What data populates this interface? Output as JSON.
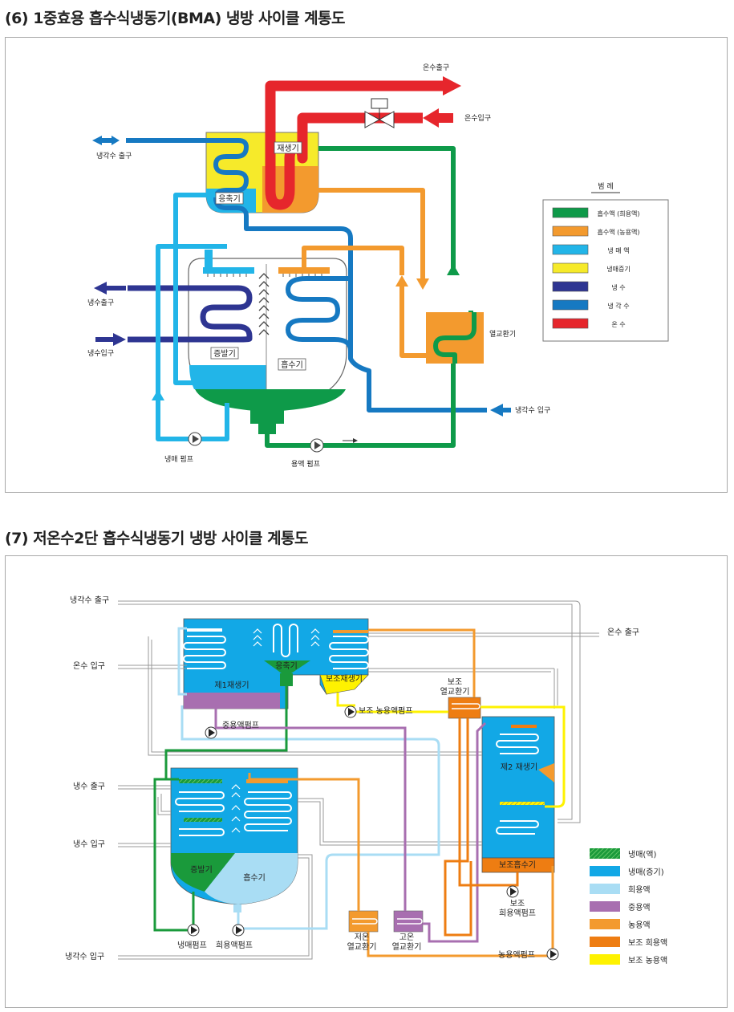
{
  "section1": {
    "title": "(6) 1중효용 흡수식냉동기(BMA) 냉방 사이클 계통도",
    "labels": {
      "hot_water_out": "온수출구",
      "hot_water_in": "온수입구",
      "cooling_water_out": "냉각수 출구",
      "cooling_water_in": "냉각수 입구",
      "chilled_out": "냉수출구",
      "chilled_in": "냉수입구",
      "regenerator": "재생기",
      "condenser": "응축기",
      "evaporator": "증발기",
      "absorber": "흡수기",
      "heat_exchanger": "열교환기",
      "refrigerant_pump": "냉매 펌프",
      "solution_pump": "용액 펌프"
    },
    "legend": {
      "title": "범 례",
      "items": [
        {
          "label": "흡수액 (희용액)",
          "color": "#0e9a49"
        },
        {
          "label": "흡수액 (농용액)",
          "color": "#f39a2e"
        },
        {
          "label": "냉 매 액",
          "color": "#22b5e8"
        },
        {
          "label": "냉매증기",
          "color": "#f6ea2a"
        },
        {
          "label": "냉    수",
          "color": "#2e3592"
        },
        {
          "label": "냉 각 수",
          "color": "#1679c2"
        },
        {
          "label": "온    수",
          "color": "#e6262c"
        }
      ]
    }
  },
  "section2": {
    "title": "(7) 저온수2단 흡수식냉동기 냉방 사이클 계통도",
    "labels": {
      "cooling_water_out": "냉각수 출구",
      "hot_water_in": "온수 입구",
      "hot_water_out": "온수 출구",
      "chilled_out": "냉수 출구",
      "chilled_in": "냉수 입구",
      "cooling_water_in": "냉각수 입구",
      "condenser": "응축기",
      "gen1": "제1재생기",
      "aux_gen": "보조재생기",
      "aux_hx": "보조\n열교환기",
      "gen2": "제2 재생기",
      "aux_absorber": "보조흡수기",
      "evaporator": "증발기",
      "absorber": "흡수기",
      "mid_pump": "중용액펌프",
      "aux_conc_pump": "보조 농용액펌프",
      "ref_pump": "냉매펌프",
      "dilute_pump": "희용액펌프",
      "low_hx": "저온\n열교환기",
      "high_hx": "고온\n열교환기",
      "aux_dilute_pump": "보조\n희용액펌프",
      "conc_pump": "농용액펌프"
    },
    "legend": {
      "items": [
        {
          "label": "냉매(액)",
          "color": "#1a9a3b",
          "hatched": true
        },
        {
          "label": "냉매(증기)",
          "color": "#12a8e6"
        },
        {
          "label": "희용액",
          "color": "#a9ddf4"
        },
        {
          "label": "중용액",
          "color": "#a86fb0"
        },
        {
          "label": "농용액",
          "color": "#f39a2e"
        },
        {
          "label": "보조 희용액",
          "color": "#ee7d12"
        },
        {
          "label": "보조 농용액",
          "color": "#fef200"
        }
      ]
    }
  }
}
